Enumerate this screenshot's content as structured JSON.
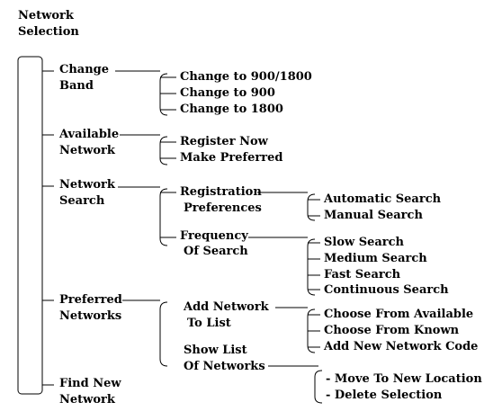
{
  "root": {
    "line1": "Network",
    "line2": "Selection"
  },
  "categories": [
    {
      "line1": "Change",
      "line2": "Band"
    },
    {
      "line1": "Available",
      "line2": "Network"
    },
    {
      "line1": "Network",
      "line2": "Search"
    },
    {
      "line1": "Preferred",
      "line2": "Networks"
    },
    {
      "line1": "Find New",
      "line2": "Network"
    }
  ],
  "change_band": {
    "items": [
      "Change to 900/1800",
      "Change to 900",
      "Change to 1800"
    ]
  },
  "available_network": {
    "items": [
      "Register Now",
      "Make Preferred"
    ]
  },
  "network_search": {
    "registration": {
      "line1": "Registration",
      "line2": "Preferences",
      "items": [
        "Automatic Search",
        "Manual Search"
      ]
    },
    "frequency": {
      "line1": "Frequency",
      "line2": "Of Search",
      "items": [
        "Slow Search",
        "Medium Search",
        "Fast Search",
        "Continuous Search"
      ]
    }
  },
  "preferred_networks": {
    "add_network": {
      "line1": "Add Network",
      "line2": "To List",
      "items": [
        "Choose From Available",
        "Choose From Known",
        "Add New Network Code"
      ]
    },
    "show_list": {
      "line1": "Show List",
      "line2": "Of Networks",
      "items": [
        "- Move To New Location",
        "- Delete Selection"
      ]
    }
  }
}
